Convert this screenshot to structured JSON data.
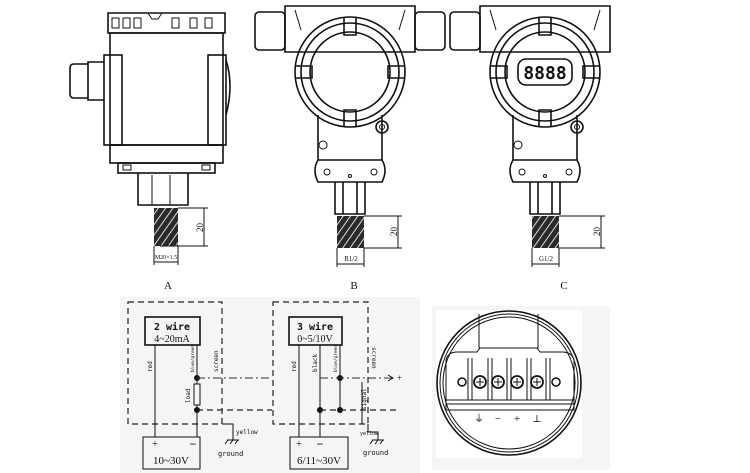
{
  "figures": [
    {
      "label": "A",
      "dimension": "20",
      "thread": "M20×1.5"
    },
    {
      "label": "B",
      "dimension": "20",
      "thread": "R1/2"
    },
    {
      "label": "C",
      "dimension": "20",
      "thread": "G1/2",
      "display": "8888"
    }
  ],
  "wiring_2wire": {
    "title": "2 wire",
    "output": "4~20mA",
    "wire_red": "red",
    "wire_signal": "blue/green",
    "screen": "screen",
    "load": "load",
    "yellow": "yellow",
    "ground": "ground",
    "plus": "+",
    "minus": "−",
    "supply": "10~30V"
  },
  "wiring_3wire": {
    "title": "3 wire",
    "output": "0~5/10V",
    "wire_red": "red",
    "wire_black": "black",
    "wire_signal": "blue/green",
    "screen": "screen",
    "signal": "signal",
    "yellow": "yellow",
    "ground": "ground",
    "plus": "+",
    "minus": "−",
    "supply": "6/11~30V",
    "out_plus": "+"
  },
  "terminal_block": {
    "labels": [
      "⏚",
      "−",
      "+",
      "⊥"
    ]
  }
}
